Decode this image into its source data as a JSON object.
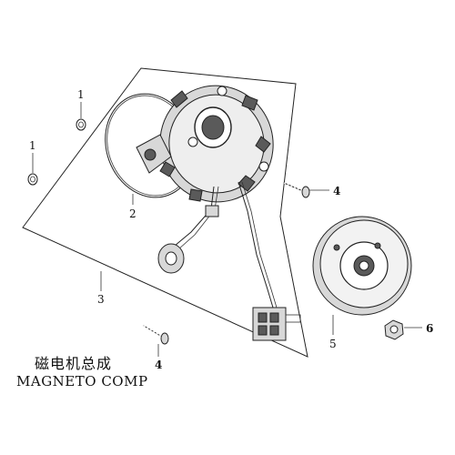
{
  "callouts": {
    "c1a": "1",
    "c1b": "1",
    "c2": "2",
    "c3": "3",
    "c4a": "4",
    "c4b": "4",
    "c5": "5",
    "c6": "6"
  },
  "title": {
    "chinese": "磁电机总成",
    "english": "MAGNETO COMP"
  }
}
